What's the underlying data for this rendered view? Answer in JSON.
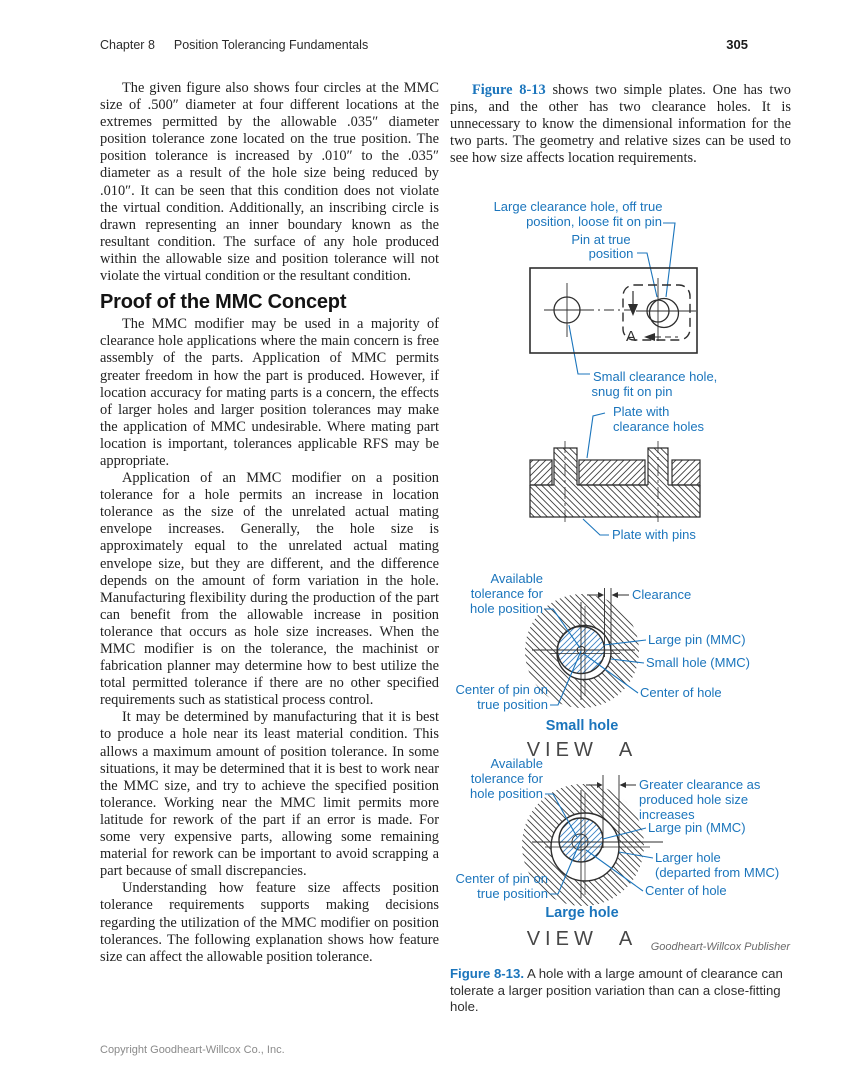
{
  "colors": {
    "accent_blue": "#1b75bc",
    "ink": "#222222",
    "hatch": "#3d3d3d",
    "footer_gray": "#8a8a8a"
  },
  "header": {
    "chapter": "Chapter 8",
    "title": "Position Tolerancing Fundamentals",
    "page_number": "305"
  },
  "left_column": {
    "para1": "The given figure also shows four circles at the MMC size of .500″ diameter at four different locations at the extremes permitted by the allowable .035″ diameter position tolerance zone located on the true position. The position tolerance is increased by .010″ to the .035″ diameter as a result of the hole size being reduced by .010″. It can be seen that this condition does not violate the virtual condition. Additionally, an inscribing circle is drawn representing an inner boundary known as the resultant condition. The surface of any hole produced within the allowable size and position tolerance will not violate the virtual condition or the resultant condition.",
    "heading": "Proof of the MMC Concept",
    "para2": "The MMC modifier may be used in a majority of clearance hole applications where the main concern is free assembly of the parts. Application of MMC permits greater freedom in how the part is produced. However, if location accuracy for mating parts is a concern, the effects of larger holes and larger position tolerances may make the application of MMC undesirable. Where mating part location is important, tolerances applicable RFS may be appropriate.",
    "para3": "Application of an MMC modifier on a position tolerance for a hole permits an increase in location tolerance as the size of the unrelated actual mating envelope increases. Generally, the hole size is approximately equal to the unrelated actual mating envelope size, but they are different, and the difference depends on the amount of form variation in the hole. Manufacturing flexibility during the production of the part can benefit from the allowable increase in position tolerance that occurs as hole size increases. When the MMC modifier is on the tolerance, the machinist or fabrication planner may determine how to best utilize the total permitted tolerance if there are no other specified requirements such as statistical process control.",
    "para4": "It may be determined by manufacturing that it is best to produce a hole near its least material condition. This allows a maximum amount of position tolerance. In some situations, it may be determined that it is best to work near the MMC size, and try to achieve the specified position tolerance. Working near the MMC limit permits more latitude for rework of the part if an error is made. For some very expensive parts, allowing some remaining material for rework can be important to avoid scrapping a part because of small discrepancies.",
    "para5": "Understanding how feature size affects position tolerance requirements supports making decisions regarding the utilization of the MMC modifier on position tolerances. The following explanation shows how feature size can affect the allowable position tolerance."
  },
  "right_column": {
    "figref": "Figure 8-13",
    "para1": " shows two simple plates. One has two pins, and the other has two clearance holes. It is unnecessary to know the dimensional information for the two parts. The geometry and relative sizes can be used to see how size affects location requirements."
  },
  "fig_top_view": {
    "label_large_hole_l1": "Large clearance hole, off true",
    "label_large_hole_l2": "position, loose fit on pin",
    "label_pin_l1": "Pin at true",
    "label_pin_l2": "position",
    "label_small_hole_l1": "Small clearance hole,",
    "label_small_hole_l2": "snug fit on pin",
    "view_letter": "A"
  },
  "fig_section": {
    "label_top_l1": "Plate with",
    "label_top_l2": "clearance holes",
    "label_bottom": "Plate with pins"
  },
  "fig_small_hole": {
    "label_avail_l1": "Available",
    "label_avail_l2": "tolerance for",
    "label_avail_l3": "hole position",
    "label_clearance": "Clearance",
    "label_pin": "Large pin (MMC)",
    "label_hole": "Small hole (MMC)",
    "label_center_pin_l1": "Center of pin on",
    "label_center_pin_l2": "true position",
    "label_center_hole": "Center of hole",
    "title": "Small hole",
    "view": "VIEW  A"
  },
  "fig_large_hole": {
    "label_avail_l1": "Available",
    "label_avail_l2": "tolerance for",
    "label_avail_l3": "hole position",
    "label_clearance_l1": "Greater clearance as",
    "label_clearance_l2": "produced hole size",
    "label_clearance_l3": "increases",
    "label_pin": "Large pin (MMC)",
    "label_hole_l1": "Larger hole",
    "label_hole_l2": "(departed from MMC)",
    "label_center_pin_l1": "Center of pin on",
    "label_center_pin_l2": "true position",
    "label_center_hole": "Center of hole",
    "title": "Large hole",
    "view": "VIEW  A"
  },
  "figure_caption": {
    "credit": "Goodheart-Willcox Publisher",
    "label": "Figure 8-13.",
    "text": "  A hole with a large amount of clearance can tolerate a larger position variation than can a close-fitting hole."
  },
  "footer": {
    "copyright": "Copyright Goodheart-Willcox Co., Inc."
  }
}
